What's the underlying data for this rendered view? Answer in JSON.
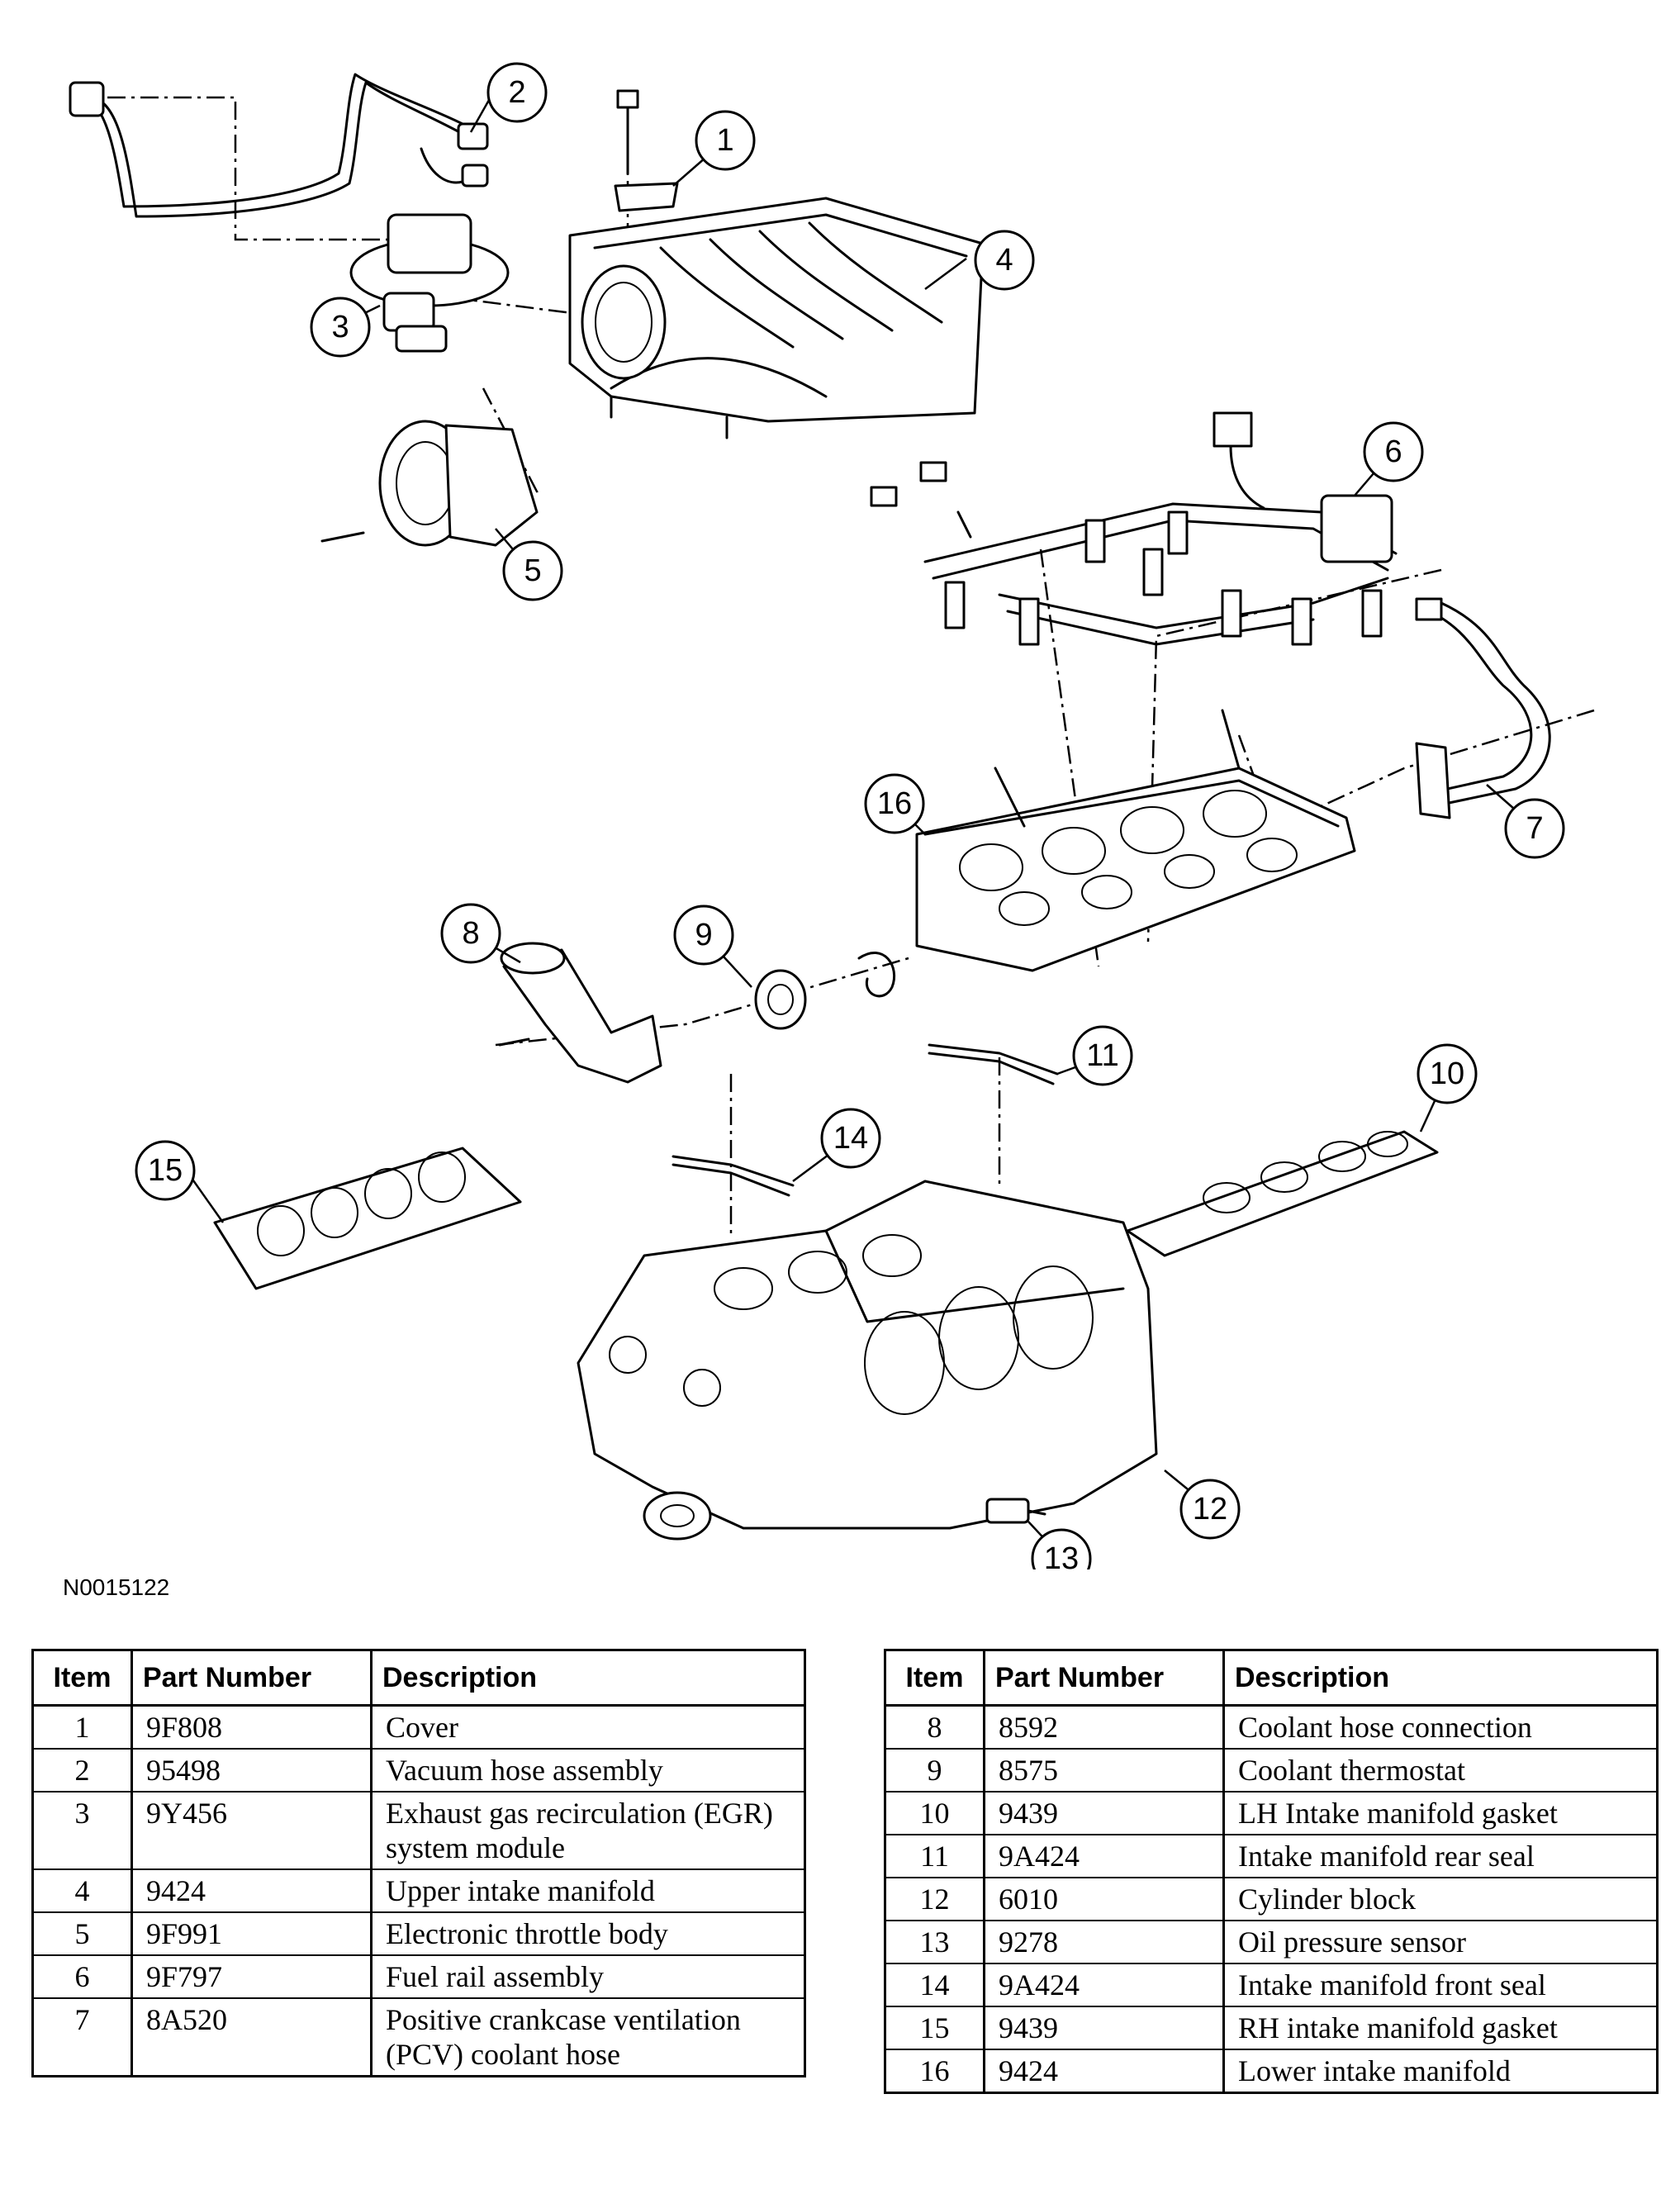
{
  "figure_id": "N0015122",
  "callouts": [
    "1",
    "2",
    "3",
    "4",
    "5",
    "6",
    "7",
    "8",
    "9",
    "10",
    "11",
    "12",
    "13",
    "14",
    "15",
    "16"
  ],
  "table_headers": {
    "item": "Item",
    "part_number": "Part Number",
    "description": "Description"
  },
  "table_left": [
    {
      "item": "1",
      "part_number": "9F808",
      "description": "Cover"
    },
    {
      "item": "2",
      "part_number": "95498",
      "description": "Vacuum hose assembly"
    },
    {
      "item": "3",
      "part_number": "9Y456",
      "description": "Exhaust gas recirculation (EGR) system module"
    },
    {
      "item": "4",
      "part_number": "9424",
      "description": "Upper intake manifold"
    },
    {
      "item": "5",
      "part_number": "9F991",
      "description": "Electronic throttle body"
    },
    {
      "item": "6",
      "part_number": "9F797",
      "description": "Fuel rail assembly"
    },
    {
      "item": "7",
      "part_number": "8A520",
      "description": "Positive crankcase ventilation (PCV) coolant hose"
    }
  ],
  "table_right": [
    {
      "item": "8",
      "part_number": "8592",
      "description": "Coolant hose connection"
    },
    {
      "item": "9",
      "part_number": "8575",
      "description": "Coolant thermostat"
    },
    {
      "item": "10",
      "part_number": "9439",
      "description": "LH Intake manifold gasket"
    },
    {
      "item": "11",
      "part_number": "9A424",
      "description": "Intake manifold rear seal"
    },
    {
      "item": "12",
      "part_number": "6010",
      "description": "Cylinder block"
    },
    {
      "item": "13",
      "part_number": "9278",
      "description": "Oil pressure sensor"
    },
    {
      "item": "14",
      "part_number": "9A424",
      "description": "Intake manifold front seal"
    },
    {
      "item": "15",
      "part_number": "9439",
      "description": "RH intake manifold gasket"
    },
    {
      "item": "16",
      "part_number": "9424",
      "description": "Lower intake manifold"
    }
  ]
}
